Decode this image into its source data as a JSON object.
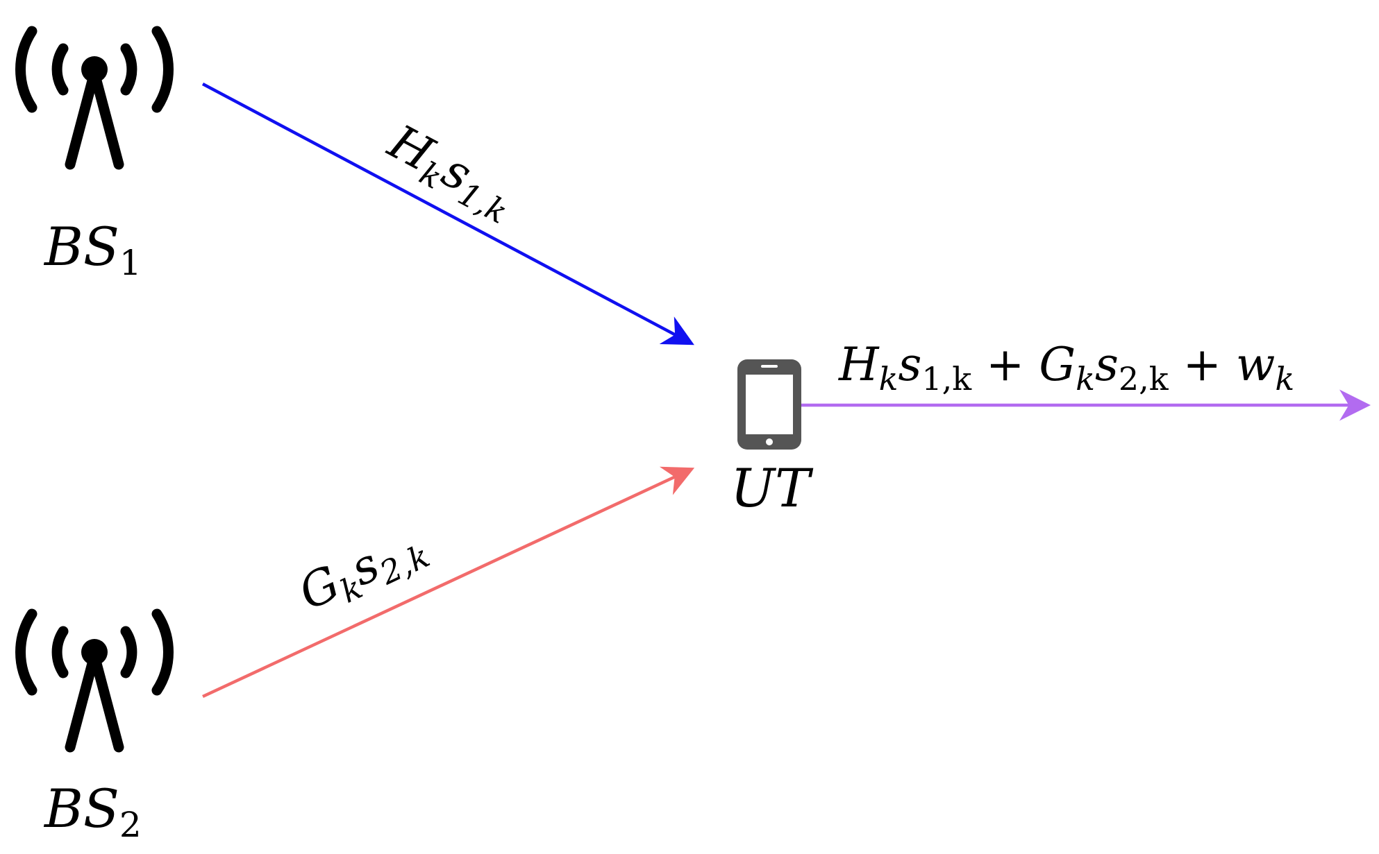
{
  "nodes": {
    "bs1": {
      "name": "BS",
      "index": "1"
    },
    "bs2": {
      "name": "BS",
      "index": "2"
    },
    "ut": {
      "name": "UT"
    }
  },
  "links": {
    "bs1_to_ut": {
      "color": "#1010f0",
      "label": {
        "main1": "H",
        "sub1": "k",
        "main2": "s",
        "sub2": "1,k"
      }
    },
    "bs2_to_ut": {
      "color": "#f26b6b",
      "label": {
        "main1": "G",
        "sub1": "k",
        "main2": "s",
        "sub2": "2,k"
      }
    },
    "ut_out": {
      "color": "#b26bf0",
      "label": {
        "t1": "H",
        "t1s": "k",
        "t2": "s",
        "t2s": "1,k",
        "plus1": " + ",
        "t3": "G",
        "t3s": "k",
        "t4": "s",
        "t4s": "2,k",
        "plus2": " + ",
        "t5": "w",
        "t5s": "k"
      }
    }
  },
  "icons": {
    "tower": "antenna-tower-icon",
    "phone": "mobile-phone-icon"
  }
}
